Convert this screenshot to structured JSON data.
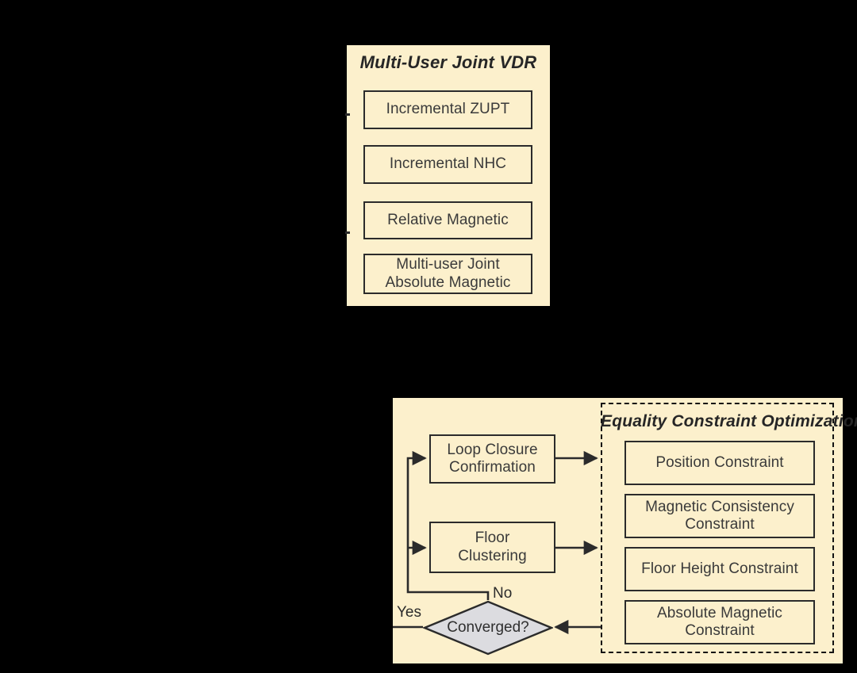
{
  "figure": {
    "background_color": "#000000",
    "panel_color": "#FCF0CC",
    "line_color": "#2b2b2b",
    "diamond_color": "#DCDCE0"
  },
  "vdr_panel": {
    "title": "Multi-User Joint VDR",
    "items": [
      {
        "label": "Incremental ZUPT"
      },
      {
        "label": "Incremental NHC"
      },
      {
        "label": "Relative Magnetic"
      },
      {
        "label": "Multi-user Joint\nAbsolute Magnetic"
      }
    ]
  },
  "optimization_panel": {
    "process_blocks": [
      {
        "label": "Loop Closure\nConfirmation"
      },
      {
        "label": "Floor\nClustering"
      }
    ],
    "decision": {
      "label": "Converged?",
      "yes_label": "Yes",
      "no_label": "No"
    },
    "constraint_group": {
      "title": "Equality Constraint Optimization",
      "constraints": [
        {
          "label": "Position Constraint"
        },
        {
          "label": "Magnetic Consistency\nConstraint"
        },
        {
          "label": "Floor Height Constraint"
        },
        {
          "label": "Absolute Magnetic\nConstraint"
        }
      ]
    }
  }
}
